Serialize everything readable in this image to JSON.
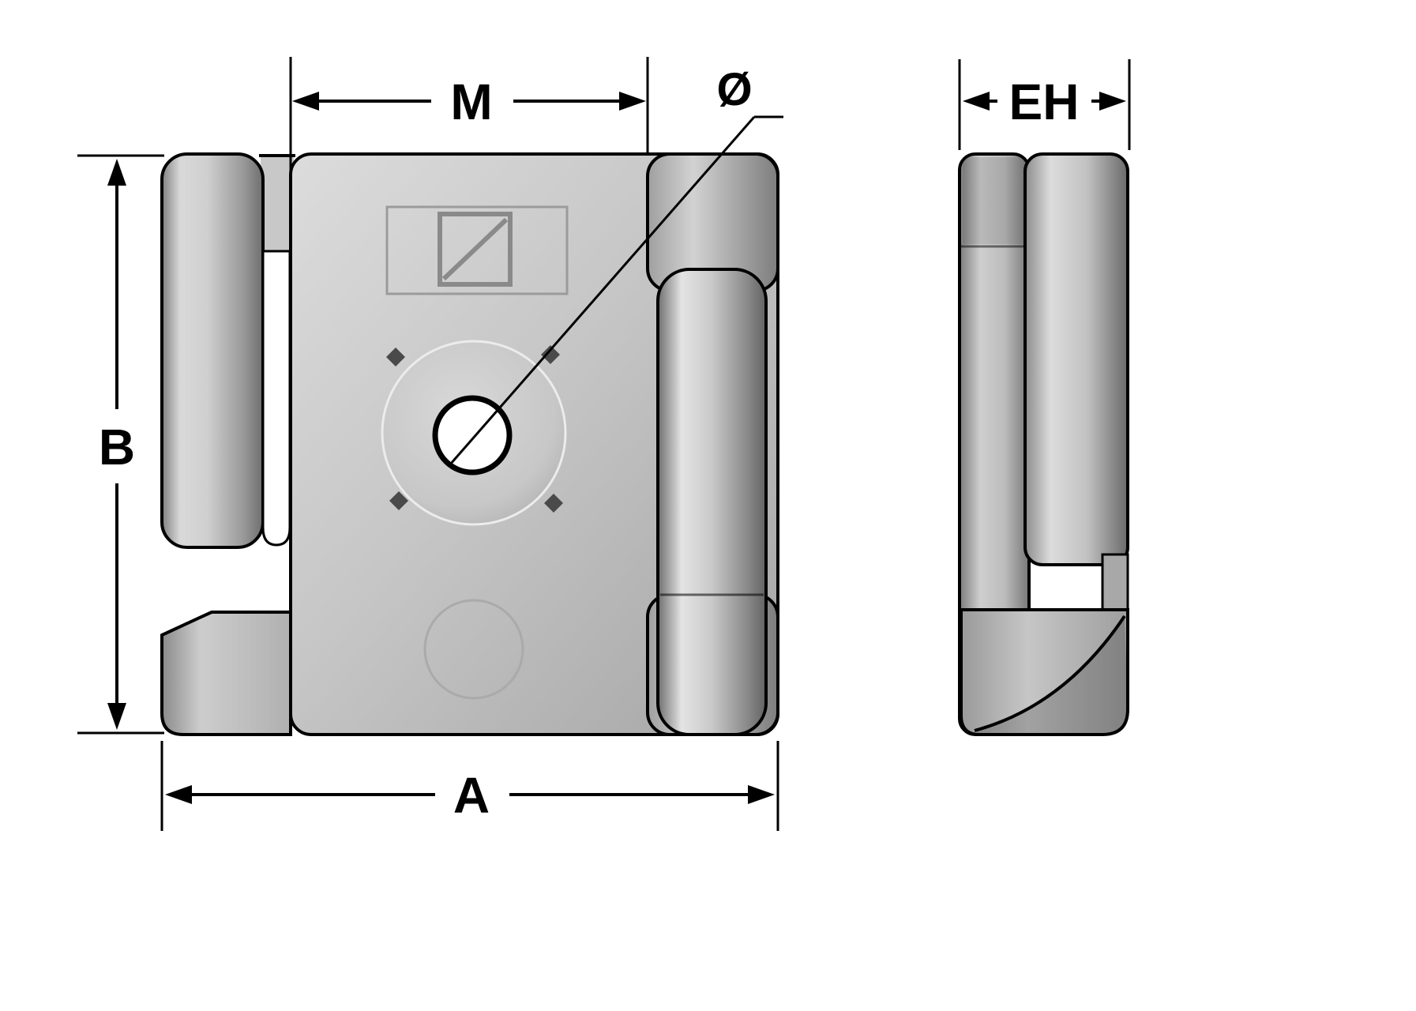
{
  "drawing": {
    "labels": {
      "m": "M",
      "diameter": "Ø",
      "b": "B",
      "a": "A",
      "eh": "EH"
    },
    "colors": {
      "outline": "#000000",
      "background": "#ffffff",
      "part_light": "#dcdcdc",
      "part_mid": "#c0c0c0",
      "part_dark": "#6e6e6e"
    }
  }
}
